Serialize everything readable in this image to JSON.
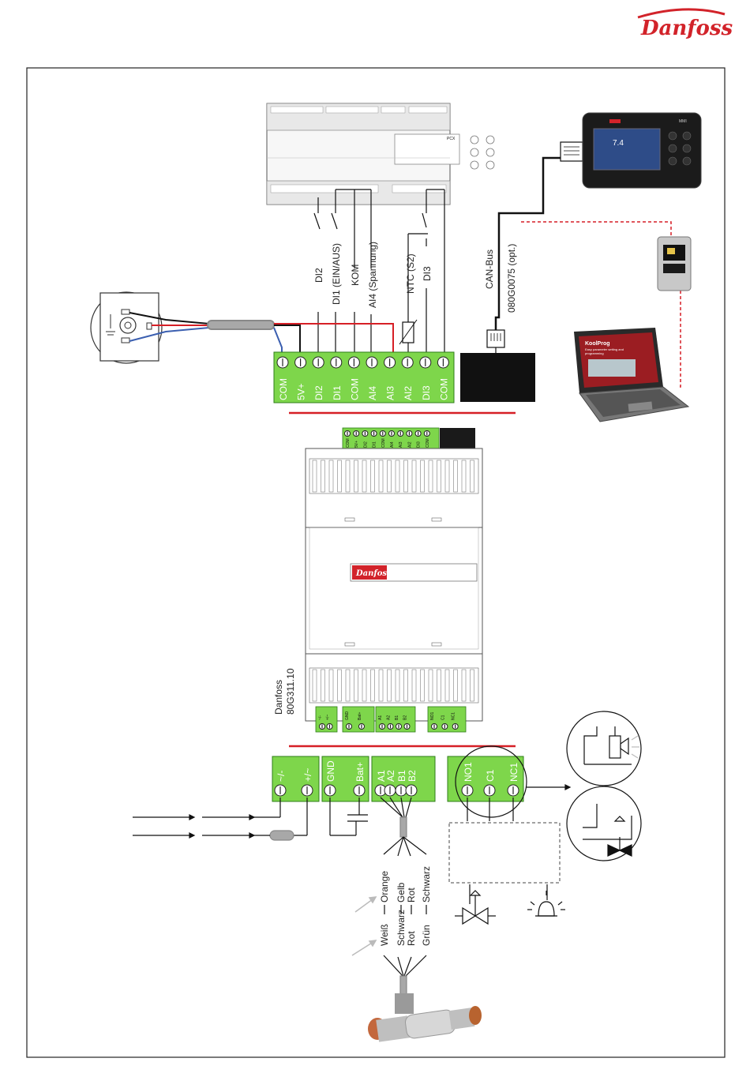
{
  "brand": "Danfoss",
  "colors": {
    "terminal_green": "#7ed64b",
    "wire_red": "#d61f26",
    "wire_blue": "#3b5fb0",
    "logo_red": "#d2232a"
  },
  "top_terminal": {
    "labels": [
      "COM",
      "5V+",
      "DI2",
      "DI1",
      "COM",
      "AI4",
      "AI3",
      "AI2",
      "DI3",
      "COM"
    ]
  },
  "top_signals": {
    "di2": "DI2",
    "di1": "DI1 (EIN/AUS)",
    "kom": "KOM",
    "ai4": "AI4 (Spannung)",
    "ntc": "NTC (S2)",
    "di3": "DI3",
    "canbus": "CAN-Bus",
    "canbus_part": "080G0075 (opt.)"
  },
  "controller_display": {
    "title": "PCX"
  },
  "mmi_display": {
    "title": "MMI",
    "value": "7.4"
  },
  "laptop": {
    "title": "KoolProg",
    "line1": "Easy parameter setting and",
    "line2": "programming"
  },
  "module": {
    "maker": "Danfoss",
    "part": "80G311.10",
    "mini_labels": [
      "COM",
      "5V+",
      "DI2",
      "DI1",
      "COM",
      "AI4",
      "AI3",
      "AI2",
      "DI3",
      "COM"
    ]
  },
  "bottom_terminals": {
    "power": [
      "~/-",
      "+/~"
    ],
    "battery": [
      "GND",
      "Bat+"
    ],
    "motor": [
      "A1",
      "A2",
      "B1",
      "B2"
    ],
    "relay": [
      "NO1",
      "C1",
      "NC1"
    ]
  },
  "module_bottom_mini": {
    "power": [
      "~/-",
      "+/~"
    ],
    "battery": [
      "GND",
      "Bat+"
    ],
    "motor": [
      "A1",
      "A2",
      "B1",
      "B2"
    ],
    "relay": [
      "NO1",
      "C1",
      "NC1"
    ]
  },
  "wire_colors": {
    "group1": [
      "Orange",
      "Gelb",
      "Rot",
      "Schwarz"
    ],
    "group2": [
      "Weiß",
      "Schwarz",
      "Rot",
      "Grün"
    ]
  }
}
